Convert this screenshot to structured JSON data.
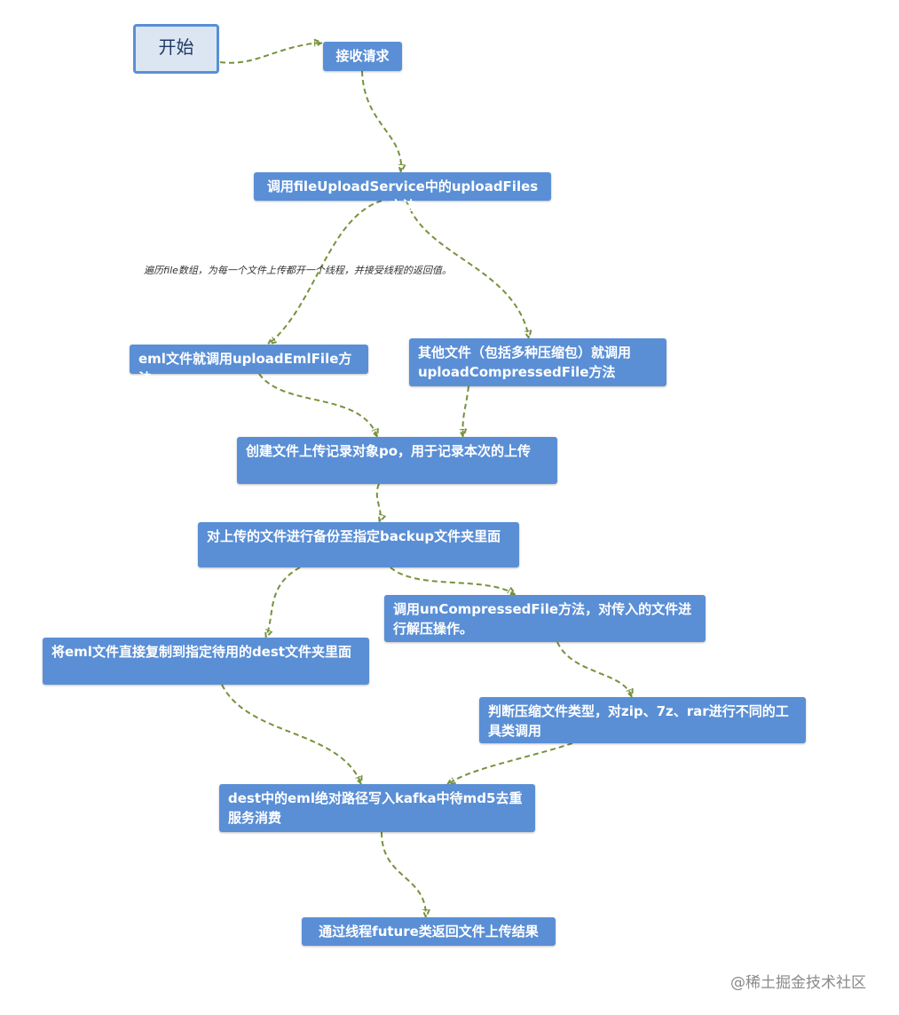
{
  "nodes": {
    "start": "开始",
    "receive": "接收请求",
    "call_upload_files": "调用fileUploadService中的uploadFiles方法",
    "eml_branch": "eml文件就调用uploadEmlFile方法",
    "other_branch": "其他文件（包括多种压缩包）就调用uploadCompressedFile方法",
    "create_record": "创建文件上传记录对象po，用于记录本次的上传",
    "backup": "对上传的文件进行备份至指定backup文件夹里面",
    "uncompress": "调用unCompressedFile方法，对传入的文件进行解压操作。",
    "copy_eml": "将eml文件直接复制到指定待用的dest文件夹里面",
    "judge_type": "判断压缩文件类型，对zip、7z、rar进行不同的工具类调用",
    "write_kafka": "dest中的eml绝对路径写入kafka中待md5去重服务消费",
    "return_result": "通过线程future类返回文件上传结果"
  },
  "annotation": "遍历file数组，为每一个文件上传都开一个线程，并接受线程的返回值。",
  "watermark": "@稀土掘金技术社区",
  "colors": {
    "node_fill": "#5a8fd6",
    "start_fill": "#dce6f2",
    "edge": "#76923c"
  }
}
